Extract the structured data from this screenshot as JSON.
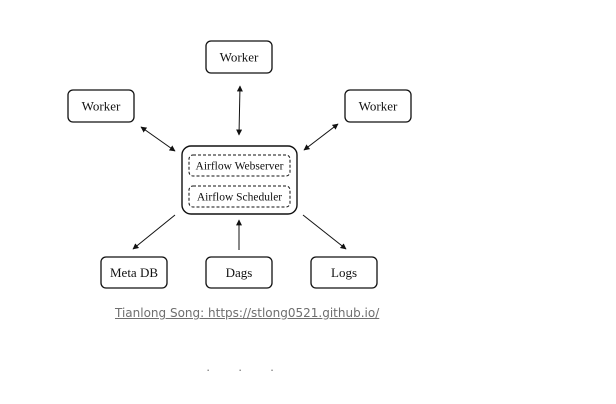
{
  "diagram": {
    "worker_top": "Worker",
    "worker_left": "Worker",
    "worker_right": "Worker",
    "center_webserver": "Airflow Webserver",
    "center_scheduler": "Airflow Scheduler",
    "meta_db": "Meta DB",
    "dags": "Dags",
    "logs": "Logs"
  },
  "caption": {
    "text": "Tianlong Song: https://stlong0521.github.io/"
  },
  "footer": {
    "ellipsis": "· · ·"
  }
}
